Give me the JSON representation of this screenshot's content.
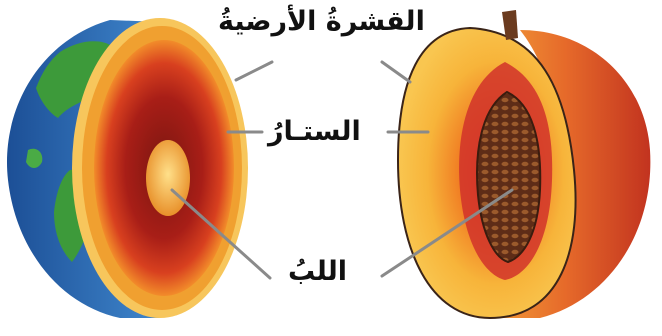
{
  "labels": {
    "crust": "القشرةُ الأرضيةُ",
    "mantle": "الستـارُ",
    "core": "اللبُ"
  },
  "colors": {
    "earth_core": "#f4b248",
    "earth_inner": "#c8281d",
    "earth_outer": "#f0a030",
    "earth_crust_rim": "#fbd06a",
    "land": "#3d9a3a",
    "ocean": "#2f6cb8",
    "peach_flesh": "#f5b43c",
    "peach_skin": "#e1692a",
    "peach_red": "#d1322a",
    "pit": "#7a3f22",
    "leader_line": "#8a8a8a",
    "text": "#111111"
  },
  "icons": {
    "left": "earth-cutaway-icon",
    "right": "peach-cutaway-icon"
  }
}
